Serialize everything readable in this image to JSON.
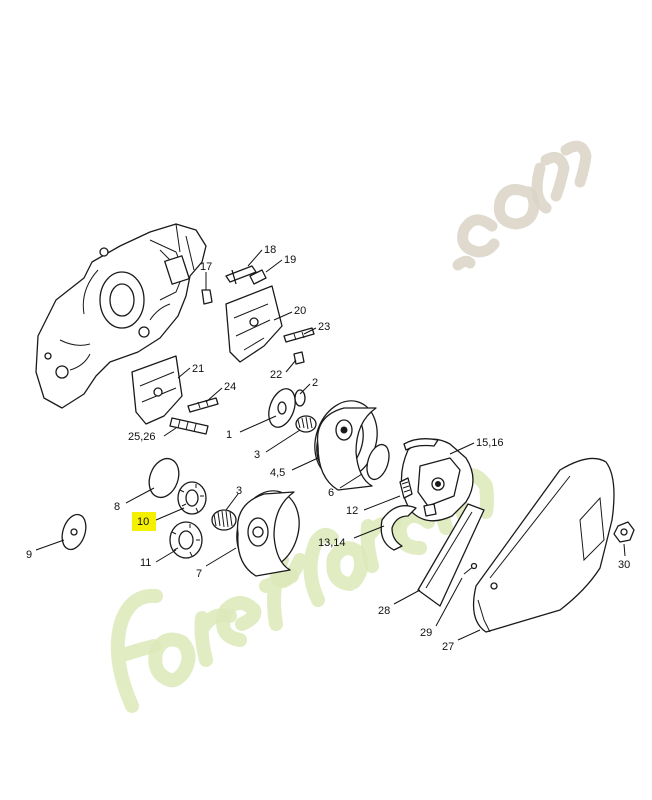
{
  "highlight_color": "#f5f000",
  "watermark": {
    "top_text": ".com",
    "bottom_text": "foretjardin",
    "top_color": "#d9d3c4",
    "bottom_color": "#dce9b9"
  },
  "labels": {
    "p1": "1",
    "p2": "2",
    "p3a": "3",
    "p3b": "3",
    "p45": "4,5",
    "p6": "6",
    "p7": "7",
    "p8": "8",
    "p9": "9",
    "p10": "10",
    "p11": "11",
    "p12": "12",
    "p1314": "13,14",
    "p1516": "15,16",
    "p17": "17",
    "p18": "18",
    "p19": "19",
    "p20": "20",
    "p21": "21",
    "p22": "22",
    "p23": "23",
    "p24": "24",
    "p2526": "25,26",
    "p27": "27",
    "p28": "28",
    "p29": "29",
    "p30": "30"
  }
}
